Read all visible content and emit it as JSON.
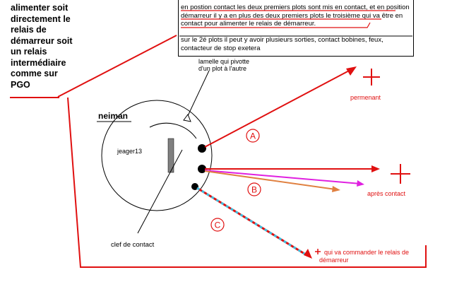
{
  "labels": {
    "left_note": "alimenter soit directement le relais de démarreur soit un relais intermédiaire comme sur PGO",
    "top_note_p1": "en postion contact les deux premiers plots sont mis en contact, et en position démarreur il y a en plus des deux premiers plots le troisième qui va être en contact pour alimenter le relais de démarreur.",
    "top_note_p2": "sur le 2é plots il peut y avoir plusieurs sorties, contact bobines, feux, contacteur de stop exetera",
    "lamelle": "lamelle qui pivotte d'un plot à l'autre",
    "neiman": "neiman",
    "jeager": "jeager13",
    "clef": "clef de contact",
    "permanent": "permenant",
    "apres_contact": "après contact",
    "commande_line1": "qui va commander le relais de",
    "commande_line2": "démarreur",
    "circle_a": "A",
    "circle_b": "B",
    "circle_c": "C"
  },
  "colors": {
    "red": "#e01010",
    "magenta": "#e020e0",
    "orange": "#e08040",
    "cyan": "#40c0e0",
    "gray": "#808080",
    "black": "#000000"
  }
}
